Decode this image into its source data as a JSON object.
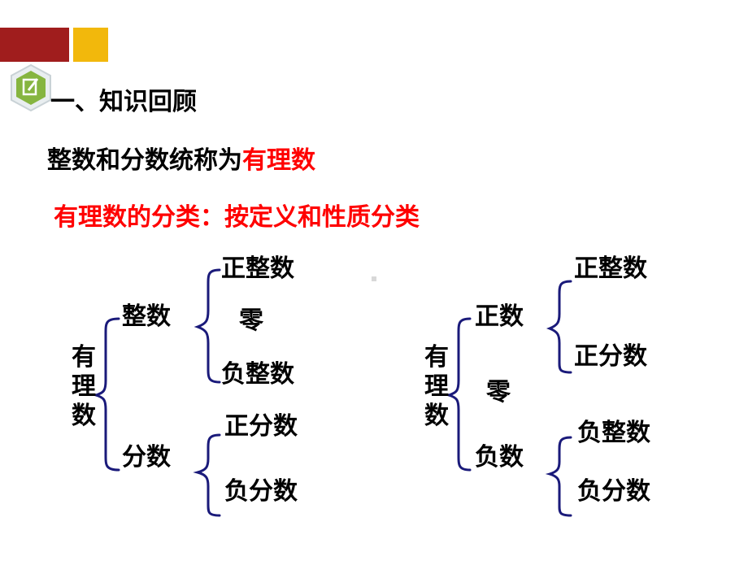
{
  "heading": "一、知识回顾",
  "intro": {
    "prefix": "整数和分数统称为",
    "highlight": "有理数"
  },
  "subtitle": "有理数的分类：按定义和性质分类",
  "left_tree": {
    "root": [
      "有",
      "理",
      "数"
    ],
    "integer": "整数",
    "positive_integer": "正整数",
    "zero": "零",
    "negative_integer": "负整数",
    "fraction": "分数",
    "positive_fraction": "正分数",
    "negative_fraction": "负分数"
  },
  "right_tree": {
    "root": [
      "有",
      "理",
      "数"
    ],
    "positive": "正数",
    "positive_integer": "正整数",
    "positive_fraction": "正分数",
    "zero": "零",
    "negative": "负数",
    "negative_integer": "负整数",
    "negative_fraction": "负分数"
  },
  "colors": {
    "accent_red": "#ff0000",
    "bar_red": "#a01d1d",
    "bar_yellow": "#f2b80c",
    "bracket": "#1a1a7a",
    "badge_green": "#86b540"
  },
  "icons": {
    "badge": "pencil-icon"
  }
}
